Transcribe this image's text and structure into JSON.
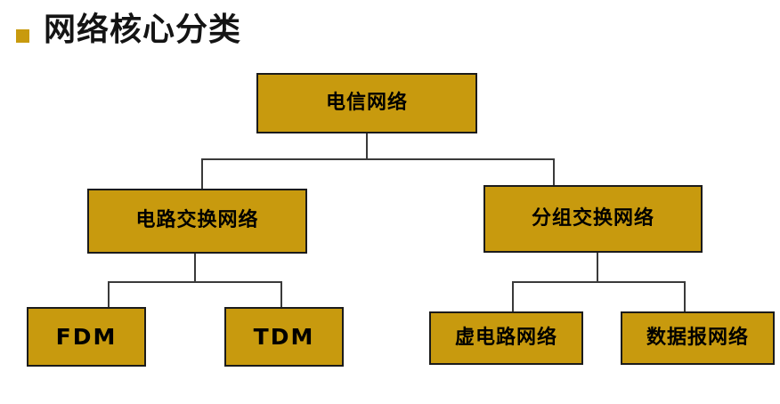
{
  "slide": {
    "title": "网络核心分类",
    "bullet_icon": "square-bullet-icon",
    "bullet_color": "#C89A0E",
    "background_color": "#FFFFFF"
  },
  "diagram": {
    "type": "tree",
    "node_fill_color": "#C89A0E",
    "node_border_color": "#1B1B1B",
    "node_text_color": "#000000",
    "connector_color": "#3A3A3A",
    "levels": [
      {
        "level": 1,
        "nodes": [
          {
            "id": "root",
            "label": "电信网络"
          }
        ]
      },
      {
        "level": 2,
        "nodes": [
          {
            "id": "circuit",
            "label": "电路交换网络",
            "parent": "root"
          },
          {
            "id": "packet",
            "label": "分组交换网络",
            "parent": "root"
          }
        ]
      },
      {
        "level": 3,
        "nodes": [
          {
            "id": "fdm",
            "label": "FDM",
            "parent": "circuit"
          },
          {
            "id": "tdm",
            "label": "TDM",
            "parent": "circuit"
          },
          {
            "id": "vc",
            "label": "虚电路网络",
            "parent": "packet"
          },
          {
            "id": "datagram",
            "label": "数据报网络",
            "parent": "packet"
          }
        ]
      }
    ]
  }
}
